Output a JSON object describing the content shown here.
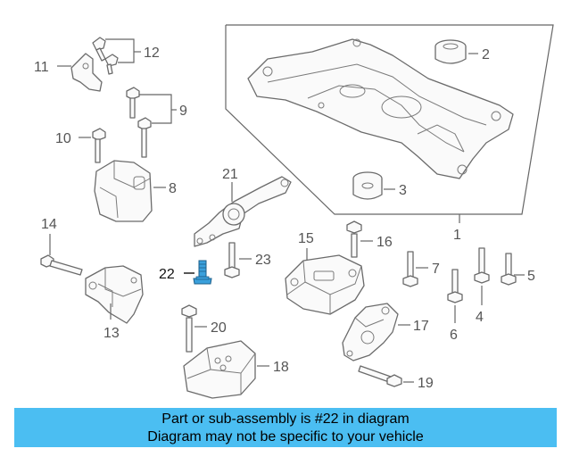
{
  "callouts": {
    "c1": "1",
    "c2": "2",
    "c3": "3",
    "c4": "4",
    "c5": "5",
    "c6": "6",
    "c7": "7",
    "c8": "8",
    "c9": "9",
    "c10": "10",
    "c11": "11",
    "c12": "12",
    "c13": "13",
    "c14": "14",
    "c15": "15",
    "c16": "16",
    "c17": "17",
    "c18": "18",
    "c19": "19",
    "c20": "20",
    "c21": "21",
    "c22": "22",
    "c23": "23"
  },
  "highlight": {
    "callout": "22",
    "color": "#3aa0dc"
  },
  "banner": {
    "line1": "Part or sub-assembly is #22 in diagram",
    "line2": "Diagram may not be specific to your vehicle",
    "background": "#4bbef2"
  }
}
